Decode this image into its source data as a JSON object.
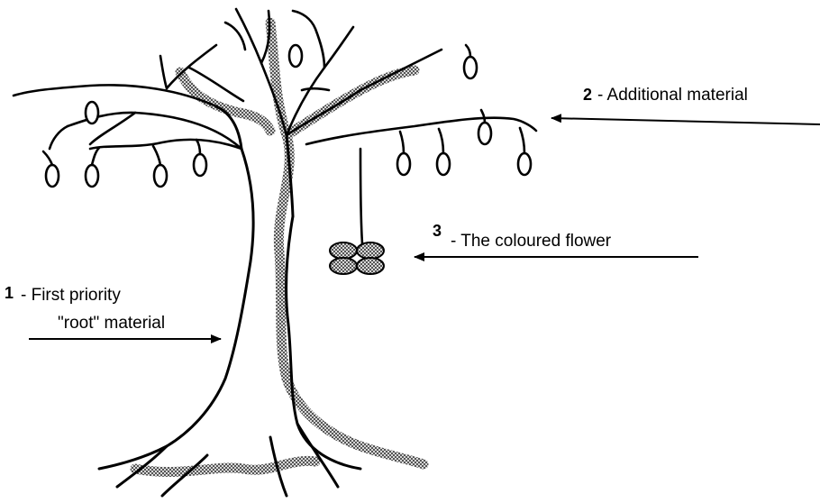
{
  "labels": {
    "first": {
      "number": "1",
      "line1": "- First priority",
      "line2": "\"root\" material"
    },
    "additional": {
      "number": "2",
      "text": "-  Additional material"
    },
    "flower": {
      "number": "3",
      "text": "-  The coloured flower"
    }
  },
  "colors": {
    "ink": "#000000",
    "stipple": "#8a8a8a",
    "background": "#ffffff"
  }
}
